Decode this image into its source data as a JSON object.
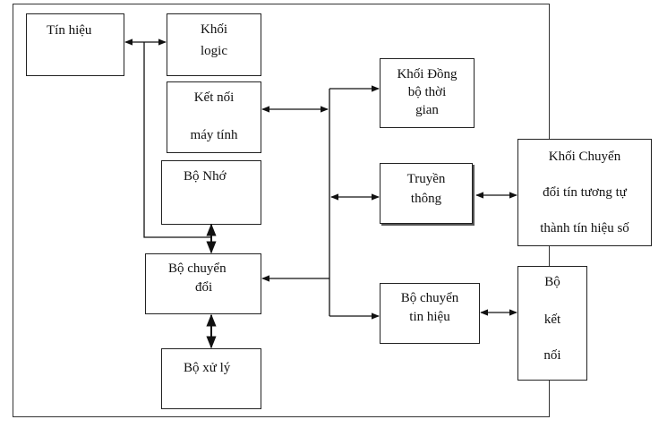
{
  "diagram": {
    "blocks": {
      "tin_hieu": "Tín hiệu",
      "khoi_logic": [
        "Khối",
        "logic"
      ],
      "ket_noi_may_tinh": [
        "Kết nối",
        "máy tính"
      ],
      "bo_nho": "Bộ Nhớ",
      "bo_chuyen_doi": [
        "Bộ chuyển",
        "đổi"
      ],
      "bo_xu_ly": "Bộ xử lý",
      "khoi_dong_bo_thoi_gian": [
        "Khối Đồng",
        "bộ thời",
        "gian"
      ],
      "truyen_thong": [
        "Truyền",
        "thông"
      ],
      "khoi_chuyen_doi_tin": [
        "Khối Chuyển",
        "đổi tín tương tự",
        "thành tín hiệu số"
      ],
      "bo_chuyen_tin_hieu": [
        "Bộ chuyển",
        "tin hiệu"
      ],
      "bo_ket_noi": [
        "Bộ",
        "kết",
        "nối"
      ]
    },
    "colors": {
      "line": "#111111",
      "border": "#222222",
      "shadow": "#555555"
    }
  }
}
